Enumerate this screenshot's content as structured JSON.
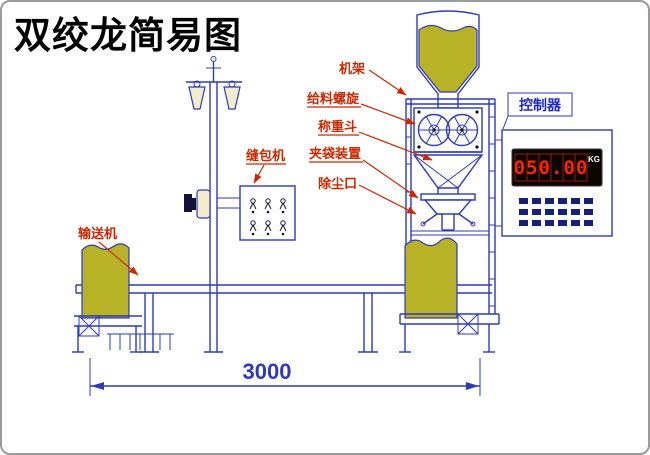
{
  "title": "双绞龙简易图",
  "labels": {
    "frame": "机架",
    "feed_screw": "给料螺旋",
    "weigh_hopper": "称重斗",
    "bag_clamp": "夹袋装置",
    "dust_port": "除尘口",
    "bag_sewing": "缝包机",
    "conveyor": "输送机",
    "controller": "控制器"
  },
  "display": {
    "value": "050.00",
    "unit": "KG"
  },
  "dimension": {
    "length": "3000"
  },
  "colors": {
    "line_blue": "#2e3ab8",
    "label_red": "#cc2800",
    "material_yellow": "#b8b226",
    "display_bg": "#0d0500",
    "display_digits": "#ff2400",
    "display_unit": "#ffffff"
  }
}
